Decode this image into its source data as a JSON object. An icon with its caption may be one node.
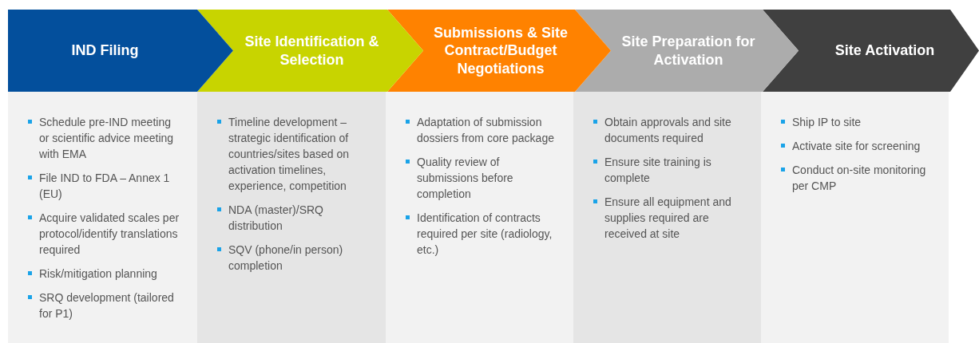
{
  "diagram": {
    "nodes": [
      {
        "text": [
          "IND Filing"
        ]
      },
      {
        "text": [
          "Site Identification & Selection"
        ]
      },
      {
        "text": [
          "Submissions & Site Contract/Budget Negotiations"
        ]
      },
      {
        "text": [
          "Site Preparation for Activation"
        ]
      },
      {
        "text": [
          "Site Activation"
        ]
      },
      {
        "text": [
          "Schedule pre-IND meeting or scientific advice meeting with EMA",
          "File IND to FDA – Annex 1 (EU)",
          "Acquire validated scales per protocol/identify translations required",
          "Risk/mitigation planning",
          "SRQ development (tailored for P1)"
        ]
      },
      {
        "text": [
          "Timeline development – strategic identification of countries/sites based on activation timelines, experience, competition",
          "NDA (master)/SRQ distribution",
          "SQV (phone/in person) completion"
        ]
      },
      {
        "text": [
          "Adaptation of submission dossiers from core package",
          "Quality review of submissions before completion",
          "Identification of contracts required per site (radiology, etc.)"
        ]
      },
      {
        "text": [
          "Obtain approvals and site documents required",
          "Ensure site training is complete",
          "Ensure all equipment and supplies required are received at site"
        ]
      },
      {
        "text": [
          "Ship IP to site",
          "Activate site for screening",
          "Conduct on-site monitoring per CMP"
        ]
      }
    ]
  }
}
